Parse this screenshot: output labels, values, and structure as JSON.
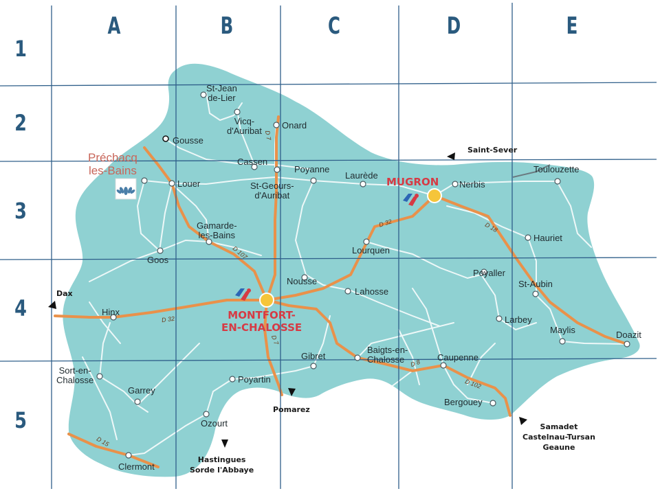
{
  "grid": {
    "columns": [
      "A",
      "B",
      "C",
      "D",
      "E"
    ],
    "rows": [
      "1",
      "2",
      "3",
      "4",
      "5"
    ]
  },
  "colors": {
    "land": "#8fd1d2",
    "grid_line": "#2f5f8a",
    "label": "#2a5a7e",
    "main_road": "#e9914a",
    "minor_road": "#ffffff",
    "city_red": "#d63a44",
    "spa_text": "#c8665a"
  },
  "main_towns": {
    "montfort": "MONTFORT-\nEN-CHALOSSE",
    "mugron": "MUGRON",
    "prechacq": "Préchacq\nles-Bains"
  },
  "towns": {
    "st_jean_de_lier": "St-Jean\nde-Lier",
    "vicq": "Vicq-\nd'Auribat",
    "onard": "Onard",
    "gousse": "Gousse",
    "cassen": "Cassen",
    "louer": "Louer",
    "poyanne": "Poyanne",
    "laurede": "Laurède",
    "st_geours": "St-Geours-\nd'Auribat",
    "nerbis": "Nerbis",
    "toulouzette": "Toulouzette",
    "gamarde": "Gamarde-\nles-Bains",
    "hauriet": "Hauriet",
    "lourquen": "Lourquen",
    "goos": "Goos",
    "nousse": "Nousse",
    "poyaller": "Poyaller",
    "st_aubin": "St-Aubin",
    "lahosse": "Lahosse",
    "hinx": "Hinx",
    "larbey": "Larbey",
    "maylis": "Maylis",
    "doazit": "Doazit",
    "gibret": "Gibret",
    "baigts": "Baigts-en-\nChalosse",
    "caupenne": "Caupenne",
    "sort": "Sort-en-\nChalosse",
    "poyartin": "Poyartin",
    "garrey": "Garrey",
    "bergouey": "Bergouey",
    "ozourt": "Ozourt",
    "clermont": "Clermont"
  },
  "external_directions": {
    "dax": "Dax",
    "saint_sever": "Saint-Sever",
    "pomarez": "Pomarez",
    "hastingues": "Hastingues\nSorde l'Abbaye",
    "samadet": "Samadet\nCastelnau-Tursan\nGeaune"
  },
  "roads": {
    "d7_north": "D 7",
    "d32_east": "D 32",
    "d18": "D 18",
    "d107": "D 107",
    "d32_west": "D 32",
    "d7_south": "D 7",
    "d8": "D 8",
    "d102": "D 102",
    "d15": "D 15"
  },
  "icons": [
    "tourist-office-icon",
    "spa-logo-icon",
    "town-center-marker-icon",
    "direction-arrow-icon"
  ]
}
